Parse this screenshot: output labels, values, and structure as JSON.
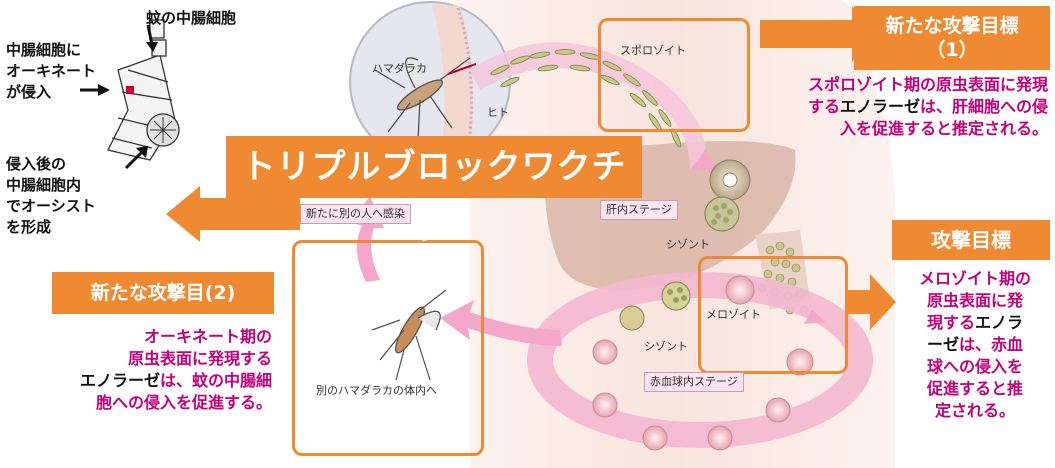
{
  "mosquito_panel": {
    "top_label": "蚊の中腸細胞",
    "left_label_lines": [
      "中腸細胞に",
      "オーキネート",
      "が侵入"
    ],
    "bottom_label_lines": [
      "侵入後の",
      "中腸細胞内",
      "でオーシスト",
      "を形成"
    ]
  },
  "title": "トリプルブロックワクチン",
  "lifecycle_labels": {
    "mosquito": "ハマダラカ",
    "human": "ヒト",
    "sporozoite": "スポロゾイト",
    "liver_stage": "肝内ステージ",
    "schizont_liver": "シゾント",
    "merozoite": "メロゾイト",
    "schizont_blood": "シゾント",
    "rbc_stage": "赤血球内ステージ",
    "new_infection": "新たに別の人へ感染",
    "other_mosquito": "別のハマダラカの体内へ"
  },
  "target1": {
    "header_lines": [
      "新たな攻撃目標",
      "（1）"
    ],
    "desc_pre": "スポロゾイト期の原虫表面に発現する",
    "desc_bold": "エノラーゼ",
    "desc_post": "は、肝細胞への侵入を促進すると推定される。",
    "desc_lines": [
      [
        "スポロゾイト期の原虫表面に発現",
        ""
      ],
      [
        "する",
        "エノラーゼ",
        "は、肝細胞への侵"
      ],
      [
        "入を促進すると推定される。",
        ""
      ]
    ]
  },
  "target_main": {
    "header": "攻撃目標",
    "desc_lines": [
      [
        "メロゾイト期の"
      ],
      [
        "原虫表面に発"
      ],
      [
        "現する",
        "エノラ"
      ],
      [
        "ーゼ",
        "は、赤血"
      ],
      [
        "球への侵入を"
      ],
      [
        "促進すると推"
      ],
      [
        "定される。"
      ]
    ]
  },
  "target2": {
    "header": "新たな攻撃目(2)",
    "desc_lines": [
      [
        "オーキネート期の"
      ],
      [
        "原虫表面に発現する"
      ],
      [
        "エノラーゼ",
        "は、蚊の中腸細"
      ],
      [
        "胞への侵入を促進する。"
      ]
    ]
  },
  "colors": {
    "accent": "#ef8a33",
    "magenta": "#c4007a",
    "pink_arrow": "#f4a7c8",
    "bg_pink": "#f7e6e2"
  }
}
